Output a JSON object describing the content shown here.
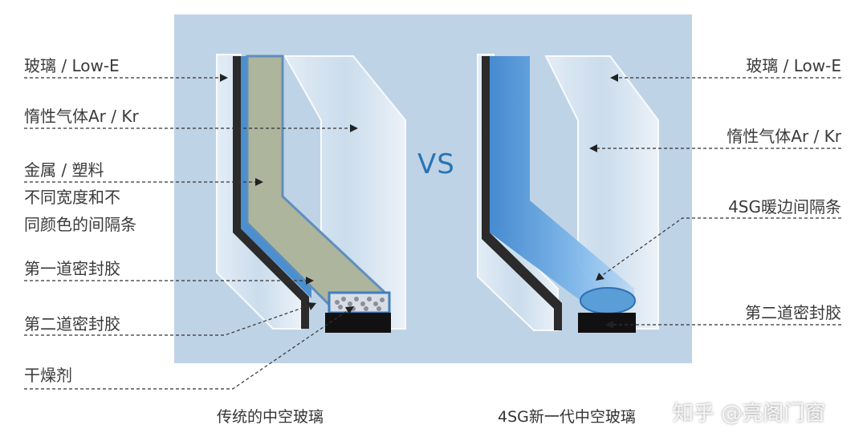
{
  "left": {
    "labels": {
      "glass": "玻璃 / Low-E",
      "gas": "惰性气体Ar / Kr",
      "spacer_line1": "金属 / 塑料",
      "spacer_line2": "不同宽度和不",
      "spacer_line3": "同颜色的间隔条",
      "primary_seal": "第一道密封胶",
      "secondary_seal": "第二道密封胶",
      "desiccant": "干燥剂"
    },
    "caption": "传统的中空玻璃"
  },
  "right": {
    "labels": {
      "glass": "玻璃 / Low-E",
      "gas": "惰性气体Ar / Kr",
      "spacer": "4SG暖边间隔条",
      "secondary_seal": "第二道密封胶"
    },
    "caption": "4SG新一代中空玻璃"
  },
  "vs": "VS",
  "watermark": "知乎 @亮阁门窗",
  "colors": {
    "panel": "#bfd3e6",
    "accent": "#2a74b5",
    "seal": "#1a1a1a",
    "spacer_metal": "#aeb59d",
    "spacer_warm": "#5a9ed8"
  }
}
